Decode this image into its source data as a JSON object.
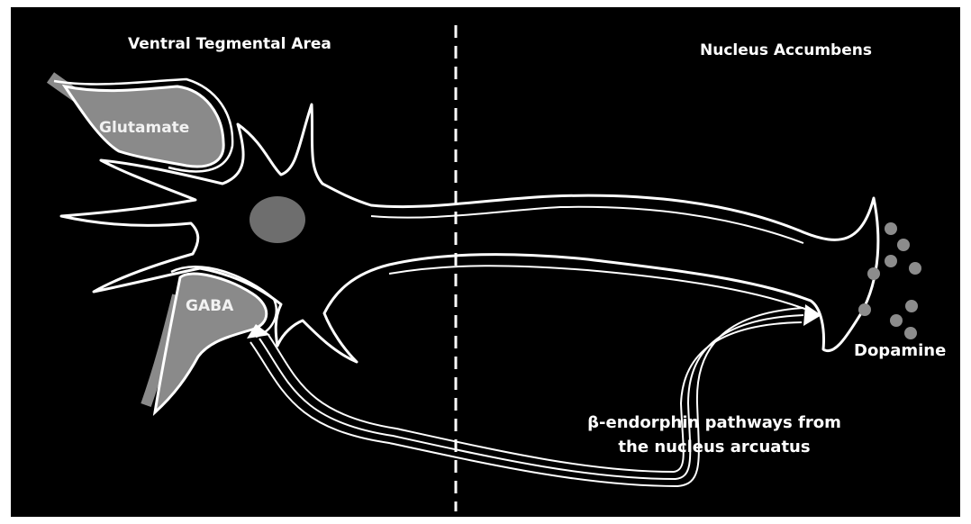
{
  "regions": {
    "left": "Ventral Tegmental Area",
    "right": "Nucleus Accumbens"
  },
  "cells": {
    "glutamate": "Glutamate",
    "gaba": "GABA"
  },
  "neurotransmitter": "Dopamine",
  "pathway": {
    "line1": "β-endorphin pathways from",
    "line2": "the nucleus arcuatus"
  },
  "colors": {
    "background": "#000000",
    "outline": "#ffffff",
    "cell_fill": "#8a8a8a",
    "nucleus_fill": "#6e6e6e",
    "vesicle_fill": "#8c8c8c"
  }
}
